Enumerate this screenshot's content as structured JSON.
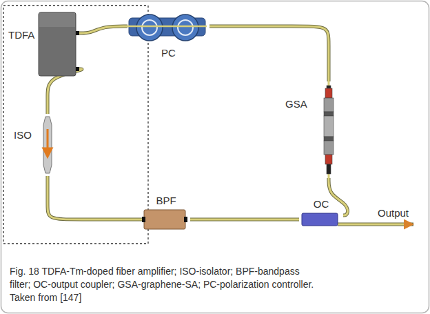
{
  "diagram": {
    "caption": "Fig. 18 TDFA-Tm-doped fiber amplifier; ISO-isolator; BPF-bandpass filter; OC-output coupler; GSA-graphene-SA; PC-polarization controller. Taken from [147]",
    "nodes": [
      {
        "text": [
          "TDFA"
        ]
      },
      {
        "text": [
          "PC"
        ]
      },
      {
        "text": [
          "GSA"
        ]
      },
      {
        "text": [
          "ISO"
        ]
      },
      {
        "text": [
          "BPF"
        ]
      },
      {
        "text": [
          "OC"
        ]
      }
    ],
    "edges": [
      {
        "from": 0,
        "to": 3,
        "arrow": "none"
      },
      {
        "from": 3,
        "to": 4,
        "arrow": "none"
      },
      {
        "from": 4,
        "to": 5,
        "arrow": "none"
      },
      {
        "from": 5,
        "to": 2,
        "arrow": "none"
      },
      {
        "from": 2,
        "to": 1,
        "arrow": "none"
      },
      {
        "from": 1,
        "to": 0,
        "arrow": "none"
      }
    ],
    "labels": [
      "Output"
    ]
  }
}
